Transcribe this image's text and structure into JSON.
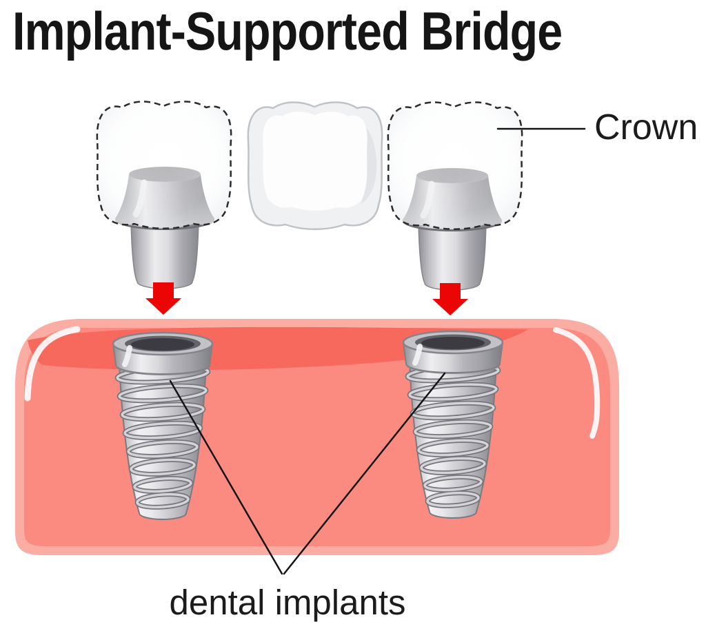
{
  "title": "Implant-Supported Bridge",
  "labels": {
    "crown": "Crown",
    "implants": "dental implants"
  },
  "palette": {
    "arrow_red": "#EC0505",
    "gum_light": "#FBACA3",
    "gum_main": "#FB8B80",
    "gum_dark": "#F8695D",
    "leader_line": "#141414",
    "text_black": "#151515",
    "crown_fill": "#EFF1F3",
    "crown_outline": "#BFC3C7",
    "metal_light": "#F1F1F3",
    "metal_dark": "#83838A"
  },
  "diagram": {
    "type": "dental illustration",
    "parts": [
      "bridge of three crowns (outer two shown translucent with dashed outline)",
      "two metal abutments under the outer crowns",
      "two red downward placement arrows",
      "pink gum ridge",
      "two threaded dental implant screws in the gum"
    ],
    "callouts": [
      {
        "label": "Crown",
        "target": "right translucent crown"
      },
      {
        "label": "dental implants",
        "target": "both implant screws"
      }
    ]
  }
}
